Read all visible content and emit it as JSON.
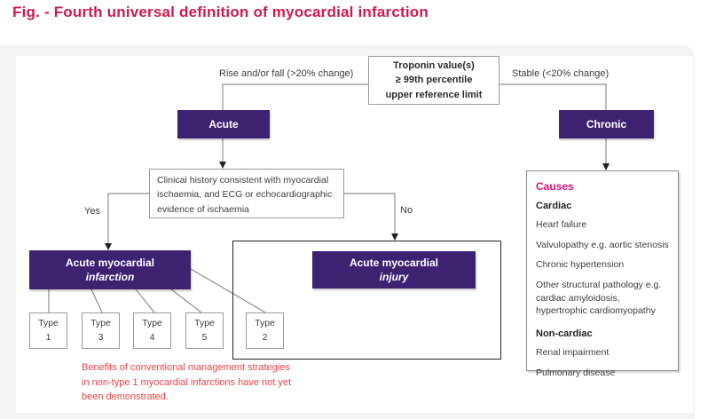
{
  "page": {
    "title": "Fig. - Fourth universal definition of myocardial infarction"
  },
  "flowchart": {
    "troponin_text": "Troponin value(s)\n≥ 99th percentile\nupper reference limit",
    "rise_label": "Rise and/or fall (>20% change)",
    "stable_label": "Stable (<20% change)",
    "acute_label": "Acute",
    "chronic_label": "Chronic",
    "clinical_text": "Clinical history consistent with myocardial ischaemia, and ECG or echocardiographic evidence of ischaemia",
    "yes_label": "Yes",
    "no_label": "No",
    "infarction_line1": "Acute myocardial",
    "infarction_line2": "infarction",
    "injury_line1": "Acute myocardial",
    "injury_line2": "injury",
    "types": [
      {
        "label": "Type",
        "number": "1"
      },
      {
        "label": "Type",
        "number": "3"
      },
      {
        "label": "Type",
        "number": "4"
      },
      {
        "label": "Type",
        "number": "5"
      },
      {
        "label": "Type",
        "number": "2"
      }
    ],
    "note_text": "Benefits of conventional management strategies\nin non-type 1 myocardial infarctions have not yet\nbeen demonstrated."
  },
  "causes_panel": {
    "heading": "Causes",
    "cardiac_heading": "Cardiac",
    "cardiac_items": [
      "Heart failure",
      "Valvulopathy e.g. aortic stenosis",
      "Chronic hypertension",
      "Other structural pathology e.g. cardiac amyloidosis, hypertrophic cardiomyopathy"
    ],
    "noncardiac_heading": "Non-cardiac",
    "noncardiac_items": [
      "Renal impairment",
      "Pulmonary disease"
    ]
  },
  "colors": {
    "title_red": "#d0194e",
    "box_purple": "#3e2272",
    "causes_pink": "#e50f7a",
    "note_red": "#ea4446",
    "connector_gray": "#8f8f8f"
  }
}
